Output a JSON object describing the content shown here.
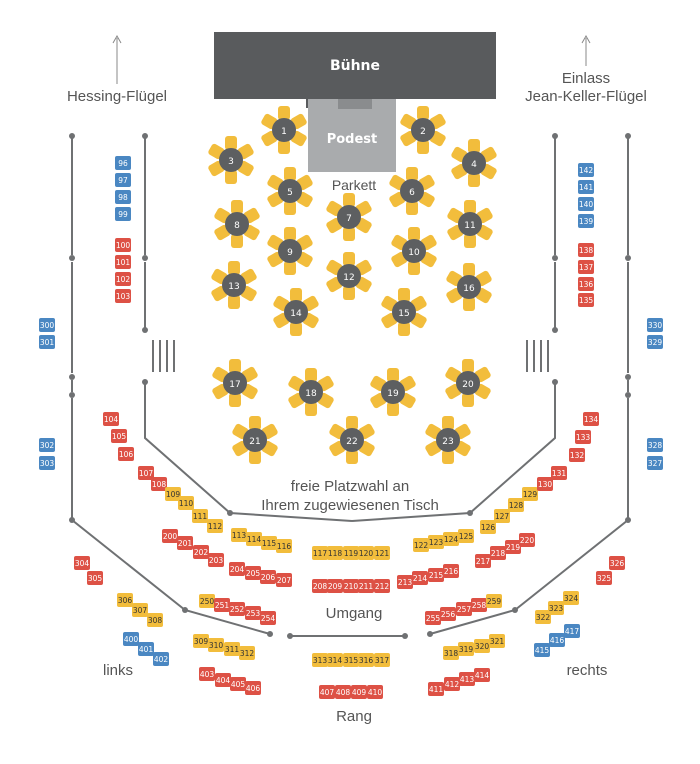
{
  "stage": {
    "label": "Bühne"
  },
  "podest": {
    "label": "Podest"
  },
  "entrances": {
    "left": "Hessing-Flügel",
    "right_line1": "Einlass",
    "right_line2": "Jean-Keller-Flügel"
  },
  "sections": {
    "parkett": "Parkett",
    "free_seating_line1": "freie Platzwahl an",
    "free_seating_line2": "Ihrem zugewiesenen Tisch",
    "umgang": "Umgang",
    "rang": "Rang",
    "links": "links",
    "rechts": "rechts"
  },
  "tables": [
    "1",
    "2",
    "3",
    "4",
    "5",
    "6",
    "7",
    "8",
    "9",
    "10",
    "11",
    "12",
    "13",
    "14",
    "15",
    "16",
    "17",
    "18",
    "19",
    "20",
    "21",
    "22",
    "23"
  ],
  "colors": {
    "stage": "#595b5d",
    "podest": "#a9abad",
    "table": "#5d5f61",
    "chair": "#f2bd3c",
    "seat_red": "#dd5145",
    "seat_blue": "#4a87c2",
    "seat_yellow": "#f2bd3c",
    "wall": "#6f7173",
    "text": "#555555"
  },
  "seats": {
    "left_upper_blue": [
      "96",
      "97",
      "98",
      "99"
    ],
    "left_upper_red": [
      "100",
      "101",
      "102",
      "103"
    ],
    "right_upper_blue": [
      "142",
      "141",
      "140",
      "139"
    ],
    "right_upper_red": [
      "138",
      "137",
      "136",
      "135"
    ],
    "left_outer_blue": [
      "300",
      "301",
      "302",
      "303"
    ],
    "right_outer_blue": [
      "330",
      "329",
      "328",
      "327"
    ],
    "left_mid_red": [
      "104",
      "105",
      "106",
      "107",
      "108"
    ],
    "left_mid_yellow": [
      "109",
      "110",
      "111",
      "112",
      "113",
      "114",
      "115",
      "116"
    ],
    "center_yellow": [
      "117",
      "118",
      "119",
      "120",
      "121"
    ],
    "right_mid_yellow": [
      "122",
      "123",
      "124",
      "125",
      "126",
      "127",
      "128",
      "129"
    ],
    "right_mid_red": [
      "130",
      "131",
      "132",
      "133",
      "134"
    ],
    "row200_left": [
      "200",
      "201",
      "202",
      "203"
    ],
    "row200_mid_left": [
      "204",
      "205",
      "206",
      "207"
    ],
    "row200_center": [
      "208",
      "209",
      "210",
      "211",
      "212"
    ],
    "row200_mid_right": [
      "213",
      "214",
      "215",
      "216"
    ],
    "row200_right": [
      "217",
      "218",
      "219",
      "220"
    ],
    "row250_left_yellow": [
      "250"
    ],
    "row250_left_red": [
      "251",
      "252",
      "253",
      "254"
    ],
    "row250_right_red": [
      "255",
      "256",
      "257",
      "258"
    ],
    "row250_right_yellow": [
      "259"
    ],
    "left_outer_red": [
      "304",
      "305"
    ],
    "left_outer_yellow": [
      "306",
      "307",
      "308"
    ],
    "row300_mid_left": [
      "309",
      "310",
      "311",
      "312"
    ],
    "row300_center": [
      "313",
      "314",
      "315",
      "316",
      "317"
    ],
    "row300_mid_right": [
      "318",
      "319",
      "320",
      "321"
    ],
    "right_outer_yellow": [
      "322",
      "323",
      "324"
    ],
    "right_outer_red": [
      "325",
      "326"
    ],
    "left_low_blue": [
      "400",
      "401",
      "402"
    ],
    "row400_left": [
      "403",
      "404",
      "405",
      "406"
    ],
    "row400_center": [
      "407",
      "408",
      "409",
      "410"
    ],
    "row400_right": [
      "411",
      "412",
      "413",
      "414"
    ],
    "right_low_blue": [
      "415",
      "416",
      "417"
    ]
  }
}
